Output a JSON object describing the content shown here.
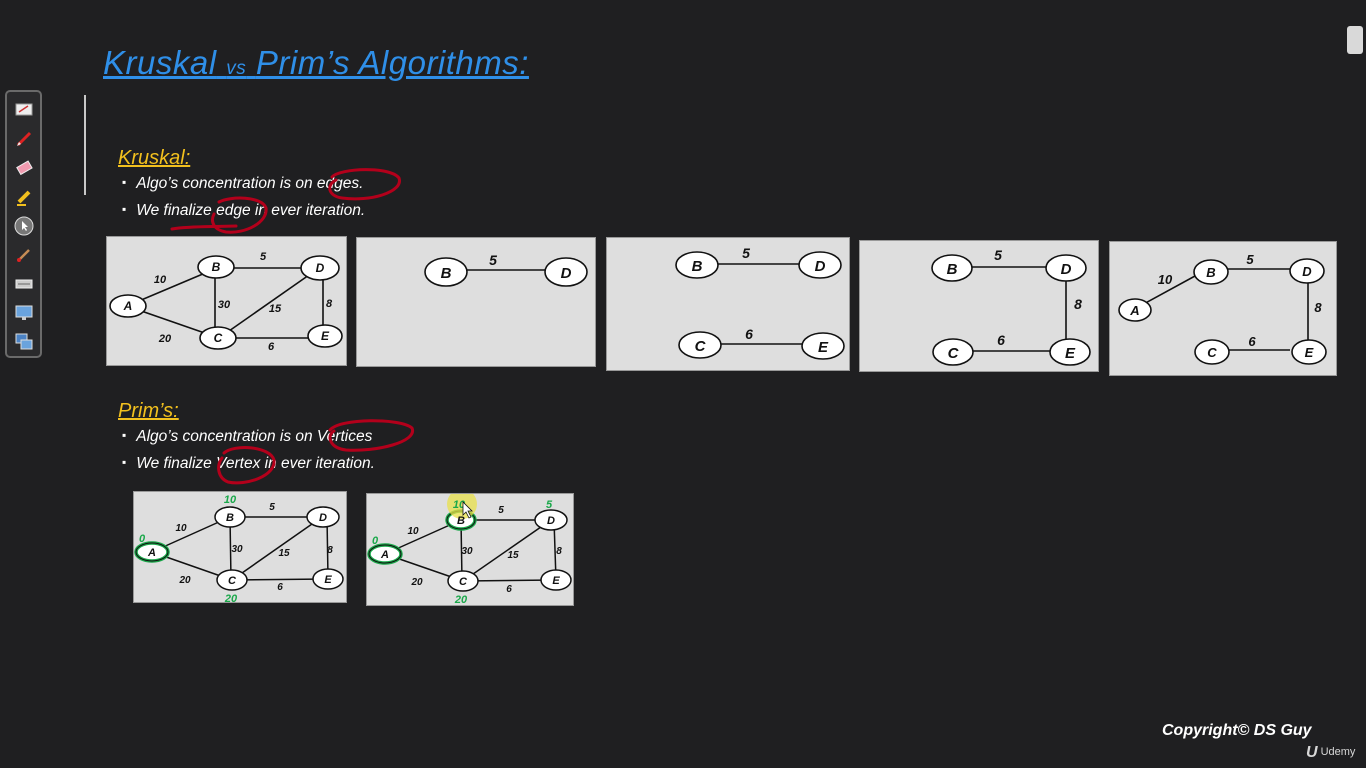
{
  "slide": {
    "title_part1": "Kruskal",
    "title_vs": "vs",
    "title_part2": "Prim’s Algorithms:"
  },
  "kruskal": {
    "heading": "Kruskal:",
    "bullets": [
      "Algo’s concentration is on edges.",
      "We finalize edge in ever iteration."
    ]
  },
  "prim": {
    "heading": "Prim’s:",
    "bullets": [
      "Algo’s concentration is on Vertices",
      "We finalize Vertex in ever iteration."
    ]
  },
  "graphs": {
    "kruskal_full": {
      "nodes": [
        "A",
        "B",
        "C",
        "D",
        "E"
      ],
      "edges": [
        [
          "A",
          "B",
          "10"
        ],
        [
          "B",
          "D",
          "5"
        ],
        [
          "B",
          "C",
          "30"
        ],
        [
          "C",
          "D",
          "15"
        ],
        [
          "D",
          "E",
          "8"
        ],
        [
          "A",
          "C",
          "20"
        ],
        [
          "C",
          "E",
          "6"
        ]
      ]
    },
    "kruskal_step1": {
      "nodes": [
        "B",
        "D"
      ],
      "edges": [
        [
          "B",
          "D",
          "5"
        ]
      ]
    },
    "kruskal_step2": {
      "nodes": [
        "B",
        "D",
        "C",
        "E"
      ],
      "edges": [
        [
          "B",
          "D",
          "5"
        ],
        [
          "C",
          "E",
          "6"
        ]
      ]
    },
    "kruskal_step3": {
      "nodes": [
        "B",
        "D",
        "C",
        "E"
      ],
      "edges": [
        [
          "B",
          "D",
          "5"
        ],
        [
          "C",
          "E",
          "6"
        ],
        [
          "D",
          "E",
          "8"
        ]
      ]
    },
    "kruskal_step4": {
      "nodes": [
        "A",
        "B",
        "D",
        "C",
        "E"
      ],
      "edges": [
        [
          "A",
          "B",
          "10"
        ],
        [
          "B",
          "D",
          "5"
        ],
        [
          "D",
          "E",
          "8"
        ],
        [
          "C",
          "E",
          "6"
        ]
      ]
    },
    "prim_step1": {
      "nodes": [
        "A",
        "B",
        "C",
        "D",
        "E"
      ],
      "edges": [
        [
          "A",
          "B",
          "10"
        ],
        [
          "B",
          "D",
          "5"
        ],
        [
          "B",
          "C",
          "30"
        ],
        [
          "C",
          "D",
          "15"
        ],
        [
          "D",
          "E",
          "8"
        ],
        [
          "A",
          "C",
          "20"
        ],
        [
          "C",
          "E",
          "6"
        ]
      ],
      "node_values": {
        "A": "0",
        "B": "10",
        "C": "20"
      }
    },
    "prim_step2": {
      "nodes": [
        "A",
        "B",
        "C",
        "D",
        "E"
      ],
      "edges": [
        [
          "A",
          "B",
          "10"
        ],
        [
          "B",
          "D",
          "5"
        ],
        [
          "B",
          "C",
          "30"
        ],
        [
          "C",
          "D",
          "15"
        ],
        [
          "D",
          "E",
          "8"
        ],
        [
          "A",
          "C",
          "20"
        ],
        [
          "C",
          "E",
          "6"
        ]
      ],
      "node_values": {
        "A": "0",
        "B": "10",
        "C": "20",
        "D": "5"
      }
    }
  },
  "footer": {
    "copyright": "Copyright© DS Guy",
    "udemy_logo_glyph": "U",
    "udemy_label": "Udemy"
  },
  "toolbar": {
    "tools": [
      "whiteboard-icon",
      "pen-icon",
      "eraser-icon",
      "highlighter-icon",
      "pointer-icon",
      "brush-icon",
      "keyboard-icon",
      "screen-icon",
      "screens-switch-icon"
    ]
  },
  "colors": {
    "background": "#1f1f21",
    "title": "#2f8fe8",
    "heading": "#f2c01e",
    "ink_red": "#b3001b",
    "visited_green": "#1aa84a"
  }
}
